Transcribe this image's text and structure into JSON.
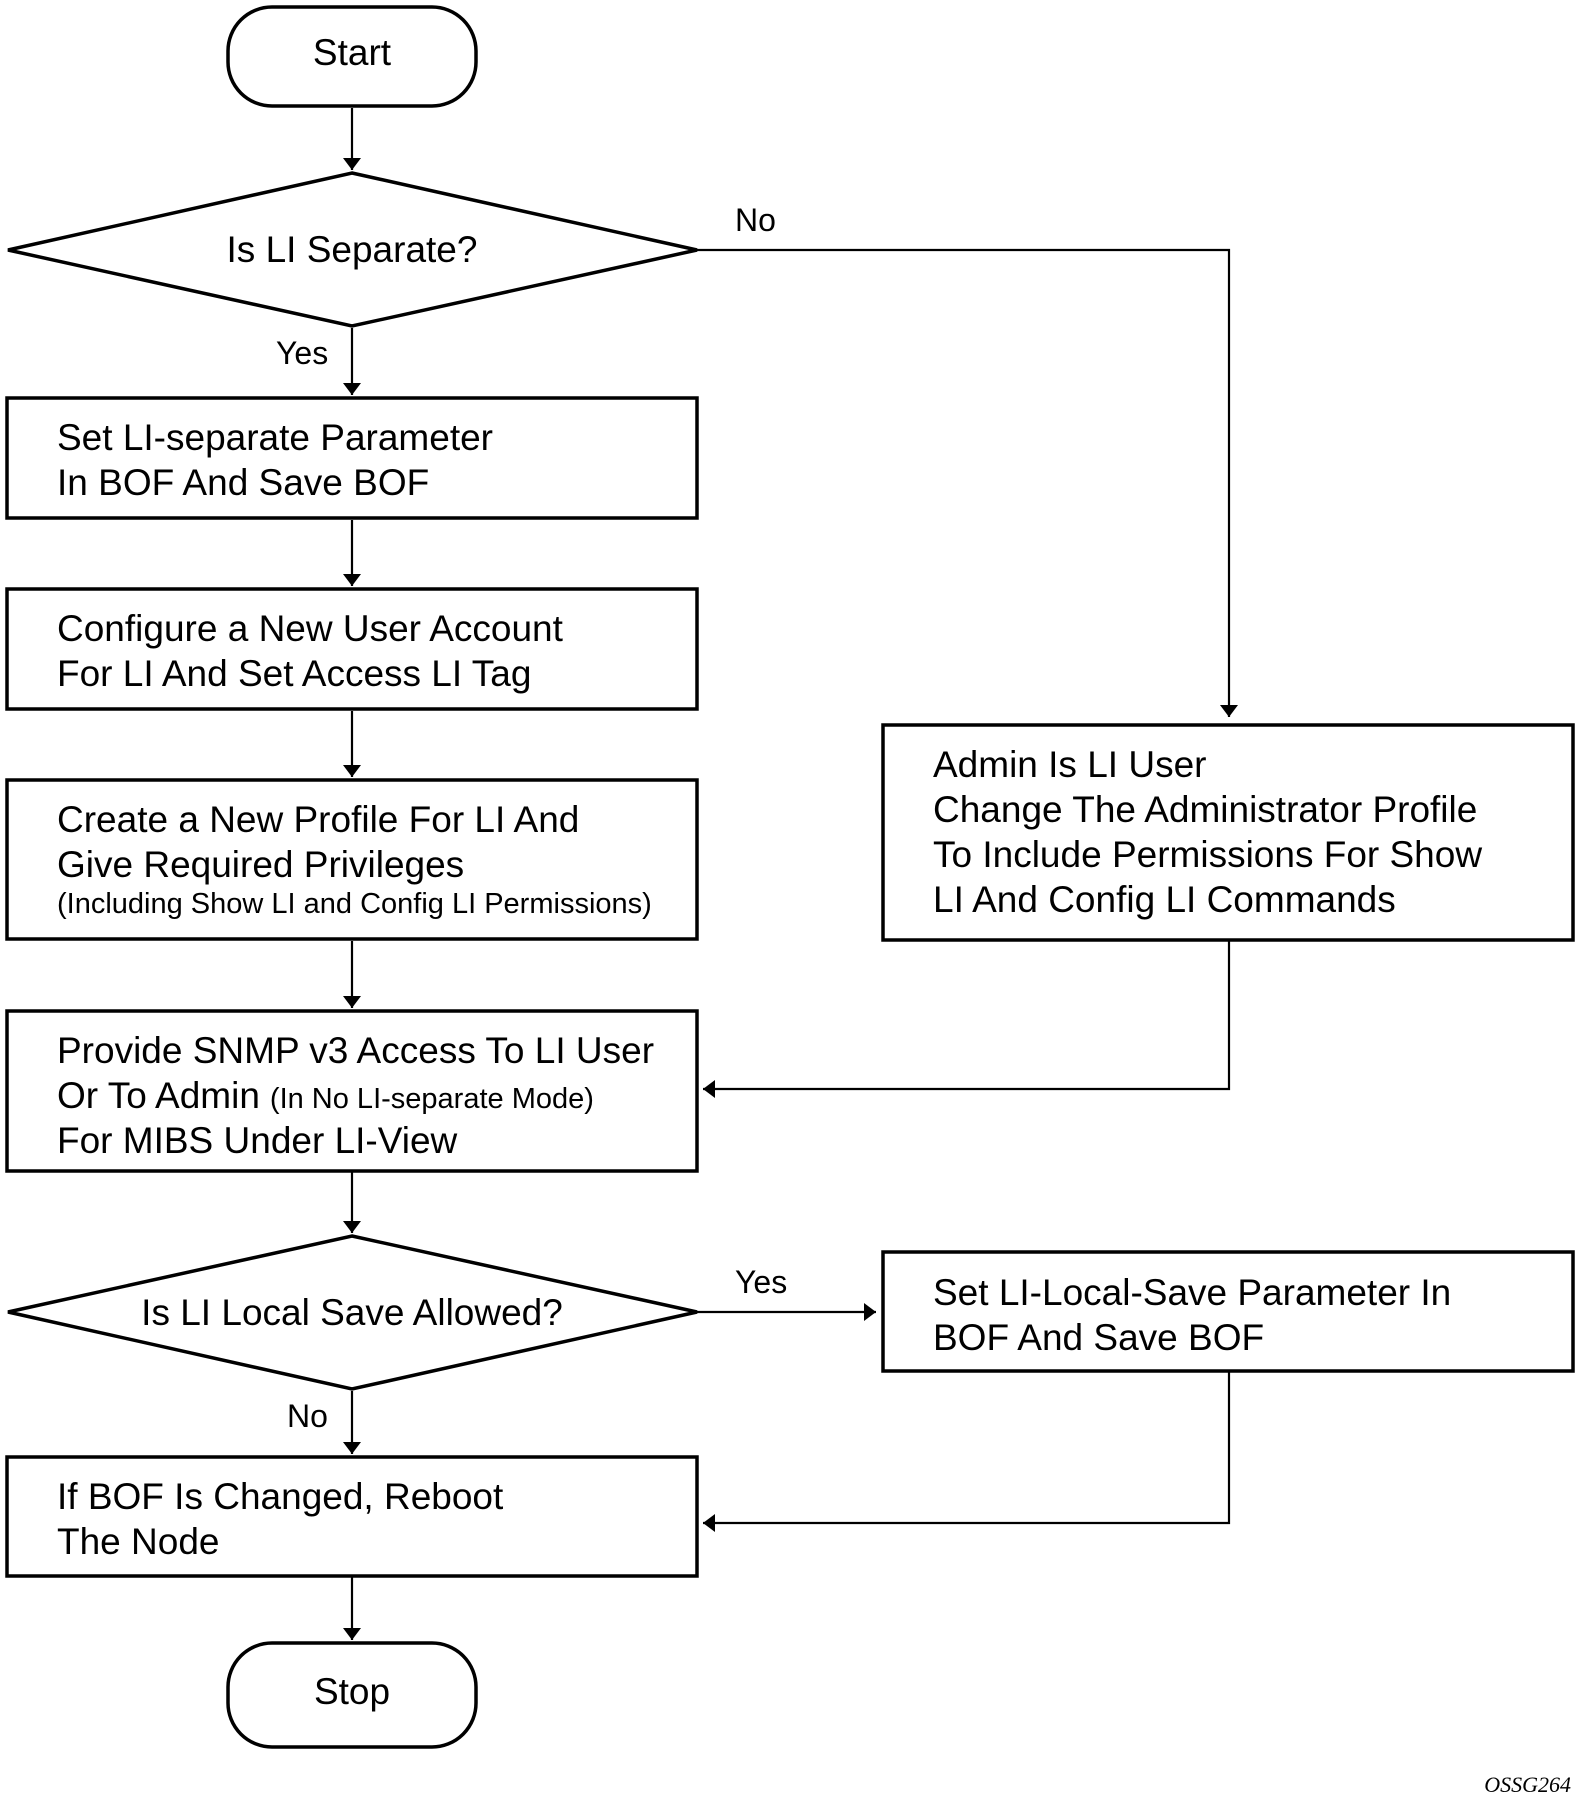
{
  "nodes": {
    "start": {
      "text": "Start"
    },
    "is_li_separate": {
      "text": "Is LI Separate?"
    },
    "set_li_separate": {
      "line1": "Set LI-separate Parameter",
      "line2": "In BOF And Save BOF"
    },
    "configure_user": {
      "line1": "Configure a New User Account",
      "line2": "For LI And Set Access LI Tag"
    },
    "create_profile": {
      "line1": "Create a New Profile For LI And",
      "line2": "Give Required Privileges",
      "line3": "(Including Show LI and Config LI Permissions)"
    },
    "admin_is_li_user": {
      "line1": "Admin Is LI User",
      "line2": "Change The Administrator Profile",
      "line3": "To Include Permissions For Show",
      "line4": "LI And Config LI Commands"
    },
    "provide_snmp": {
      "line1": "Provide SNMP v3 Access To LI User",
      "line2_main": "Or To Admin",
      "line2_note": "(In No LI-separate Mode)",
      "line3": "For MIBS Under LI-View"
    },
    "is_local_save": {
      "text": "Is LI Local Save Allowed?"
    },
    "set_local_save": {
      "line1": "Set LI-Local-Save Parameter In",
      "line2": "BOF And Save BOF"
    },
    "reboot": {
      "line1": "If BOF Is Changed, Reboot",
      "line2": "The Node"
    },
    "stop": {
      "text": "Stop"
    }
  },
  "edge_labels": {
    "separate_no": "No",
    "separate_yes": "Yes",
    "local_save_yes": "Yes",
    "local_save_no": "No"
  },
  "figure_id": "OSSG264"
}
